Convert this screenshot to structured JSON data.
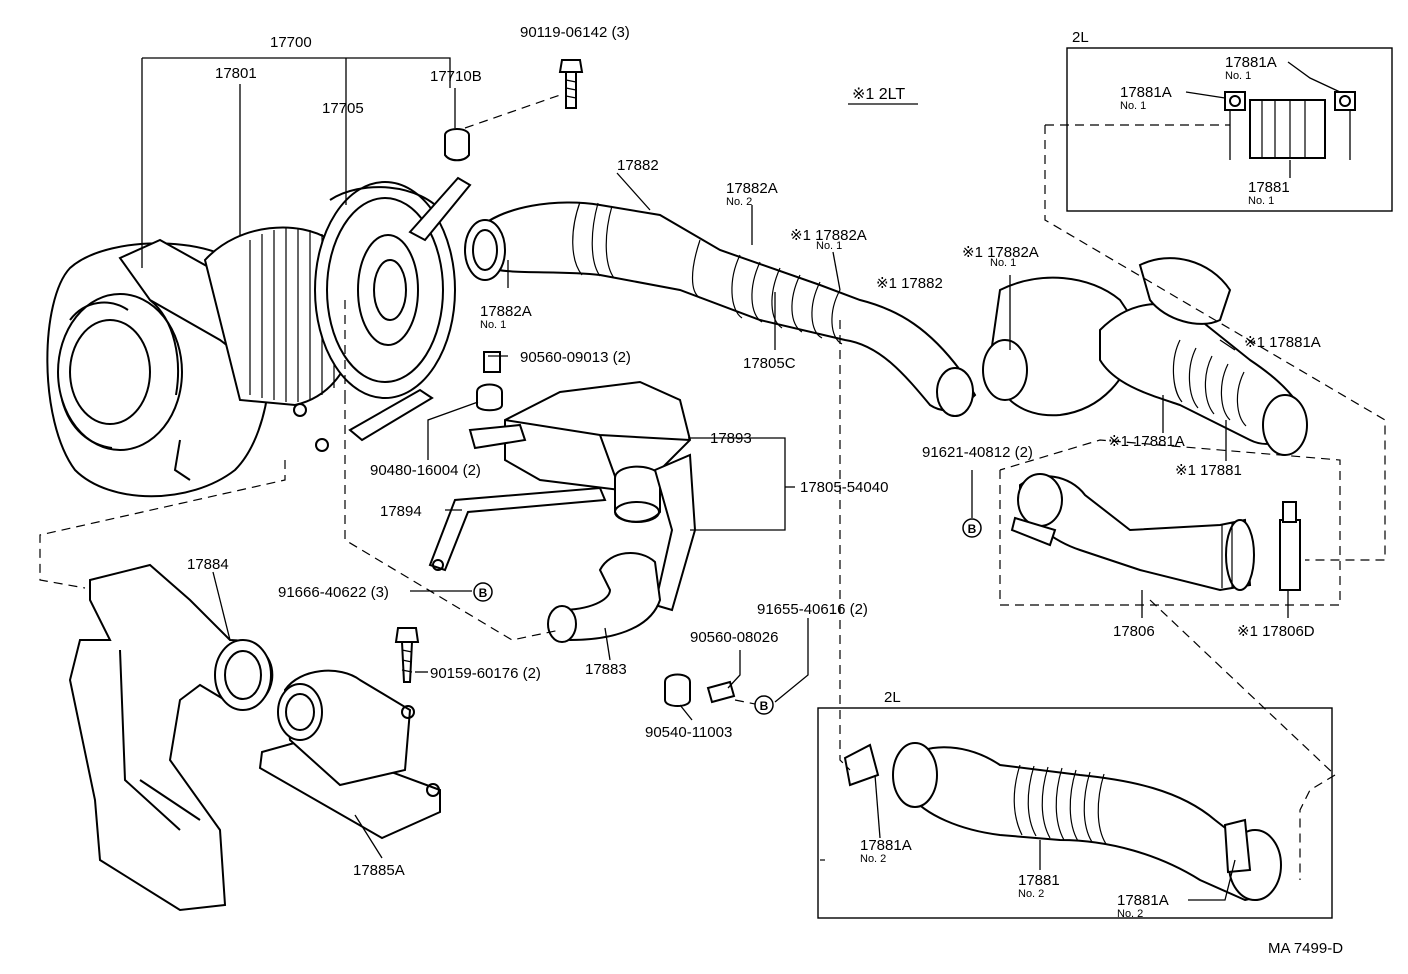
{
  "diagram": {
    "code": "MA 7499-D",
    "variant_note": "※1 2LT",
    "insets": [
      {
        "label": "2L"
      },
      {
        "label": "2L"
      }
    ],
    "callouts": [
      {
        "text": "17700"
      },
      {
        "text": "17801"
      },
      {
        "text": "17705"
      },
      {
        "text": "17710B"
      },
      {
        "text": "90119-06142 (3)"
      },
      {
        "text": "17882"
      },
      {
        "text": "17882A",
        "sub": "No. 2"
      },
      {
        "text": "※1 17882A",
        "sub": "No. 1"
      },
      {
        "text": "17882A",
        "sub": "No. 1"
      },
      {
        "text": "※1 17882"
      },
      {
        "text": "17805C"
      },
      {
        "text": "※1 17882A",
        "sub": "No. 1"
      },
      {
        "text": "※1 17881A"
      },
      {
        "text": "※1 17881A"
      },
      {
        "text": "※1 17881"
      },
      {
        "text": "90560-09013 (2)"
      },
      {
        "text": "90480-16004 (2)"
      },
      {
        "text": "17893"
      },
      {
        "text": "17805-54040"
      },
      {
        "text": "17894"
      },
      {
        "text": "91666-40622 (3)"
      },
      {
        "text": "17884"
      },
      {
        "text": "90159-60176 (2)"
      },
      {
        "text": "17883"
      },
      {
        "text": "90560-08026"
      },
      {
        "text": "91655-40616 (2)"
      },
      {
        "text": "90540-11003"
      },
      {
        "text": "17885A"
      },
      {
        "text": "91621-40812 (2)"
      },
      {
        "text": "17806"
      },
      {
        "text": "※1 17806D"
      },
      {
        "text": "17881A",
        "sub": "No. 1"
      },
      {
        "text": "17881A",
        "sub": "No. 1"
      },
      {
        "text": "17881",
        "sub": "No. 1"
      },
      {
        "text": "17881A",
        "sub": "No. 2"
      },
      {
        "text": "17881",
        "sub": "No. 2"
      },
      {
        "text": "17881A",
        "sub": "No. 2"
      }
    ],
    "markers": [
      "B",
      "B",
      "B"
    ]
  }
}
